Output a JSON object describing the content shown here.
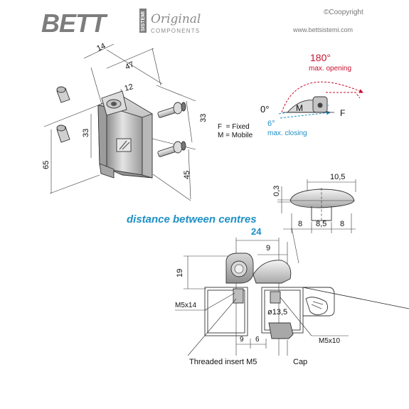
{
  "brand": {
    "logo_word": "BETT",
    "logo_sub": "SISTEMI",
    "tagline_top": "Original",
    "tagline_bottom": "COMPONENTS",
    "copyright": "©Coopyright",
    "website": "www.bettsistemi.com"
  },
  "top_view": {
    "dims": {
      "d14": "14",
      "d47": "47",
      "d12": "12",
      "d33_right": "33",
      "d33_left": "33",
      "d65": "65",
      "d45": "45"
    }
  },
  "rotation": {
    "angle_open": "180°",
    "label_open": "max. opening",
    "angle_zero": "0°",
    "angle_close": "6°",
    "label_close": "max. closing",
    "marker_m": "M",
    "marker_f": "F",
    "legend_fixed": "F  = Fixed",
    "legend_mobile": "M = Mobile",
    "color_open": "#c8102e",
    "color_close": "#1e8fc6"
  },
  "pin_detail": {
    "dims": {
      "d105": "10,5",
      "d03": "0,3",
      "d8a": "8",
      "d85": "8,5",
      "d8b": "8"
    }
  },
  "section": {
    "heading": "distance between centres",
    "centre_value": "24",
    "heading_color": "#1e8fc6",
    "dims": {
      "d9": "9",
      "d19": "19",
      "d9b": "9",
      "d6": "6",
      "d135": "ø13,5"
    },
    "label_m5x14": "M5x14",
    "label_m5x10": "M5x10",
    "label_insert": "Threaded insert M5",
    "label_cap": "Cap"
  }
}
